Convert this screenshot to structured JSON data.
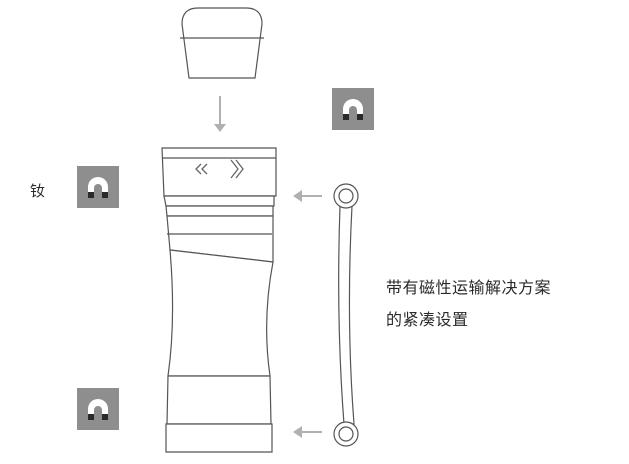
{
  "labels": {
    "magnet_material": "钕",
    "description_line1": "带有磁性运输解决方案",
    "description_line2": "的紧凑设置"
  },
  "icons": {
    "magnet": "horseshoe-magnet-icon",
    "arrow": "arrow-icon",
    "chevrons": "double-chevron-icon"
  },
  "colors": {
    "outline": "#555555",
    "magnet_bg": "#8e8e8e",
    "magnet_fg": "#ffffff",
    "magnet_pole": "#2a2a2a",
    "arrow": "#b0b0b0"
  }
}
